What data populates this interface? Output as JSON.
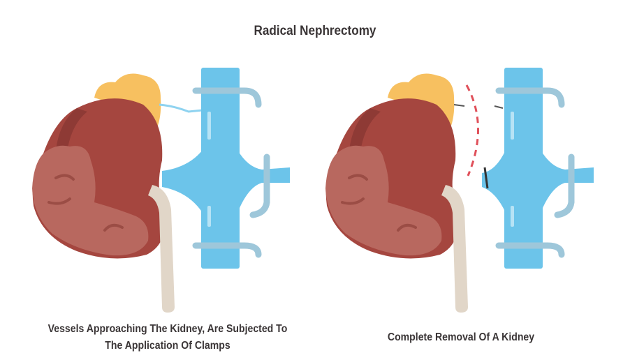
{
  "title": "Radical Nephrectomy",
  "panels": [
    {
      "caption": "Vessels Approaching The Kidney, Are Subjected To The Application Of Clamps"
    },
    {
      "caption": "Complete Removal Of A Kidney"
    }
  ],
  "colors": {
    "kidney": "#a5463f",
    "kidney_dark": "#8e3a35",
    "tumor": "#b8685f",
    "adrenal": "#f7c060",
    "vessel": "#6cc4ea",
    "clamp": "#9ec7da",
    "ureter": "#e1d6c8",
    "cut_line": "#e0505a",
    "text": "#3a3536"
  }
}
